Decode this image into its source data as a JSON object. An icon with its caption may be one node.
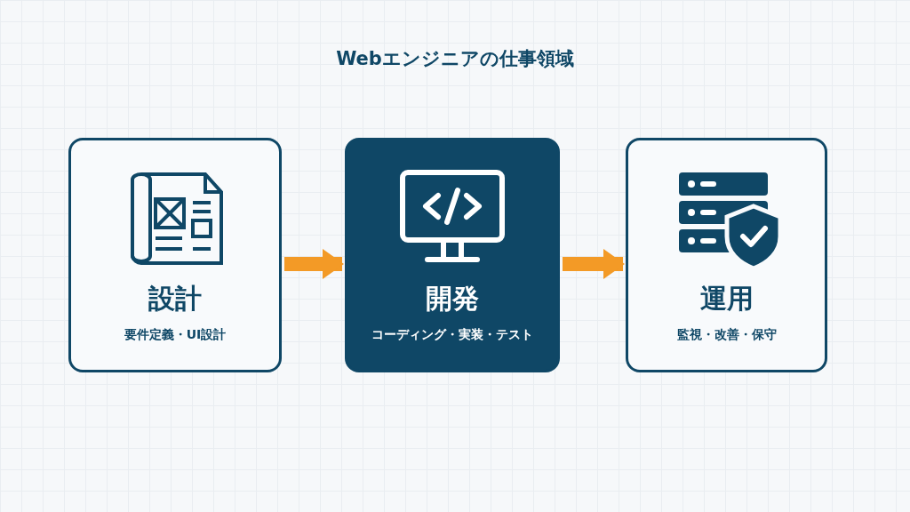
{
  "diagram": {
    "title": "Webエンジニアの仕事領域",
    "nodes": [
      {
        "text": [
          "設計",
          "要件定義・UI設計"
        ]
      },
      {
        "text": [
          "開発",
          "コーディング・実装・テスト"
        ]
      },
      {
        "text": [
          "運用",
          "監視・改善・保守"
        ]
      }
    ],
    "edges": [
      {
        "from": 0,
        "to": 1,
        "arrow": "to"
      },
      {
        "from": 1,
        "to": 2,
        "arrow": "to"
      }
    ]
  }
}
